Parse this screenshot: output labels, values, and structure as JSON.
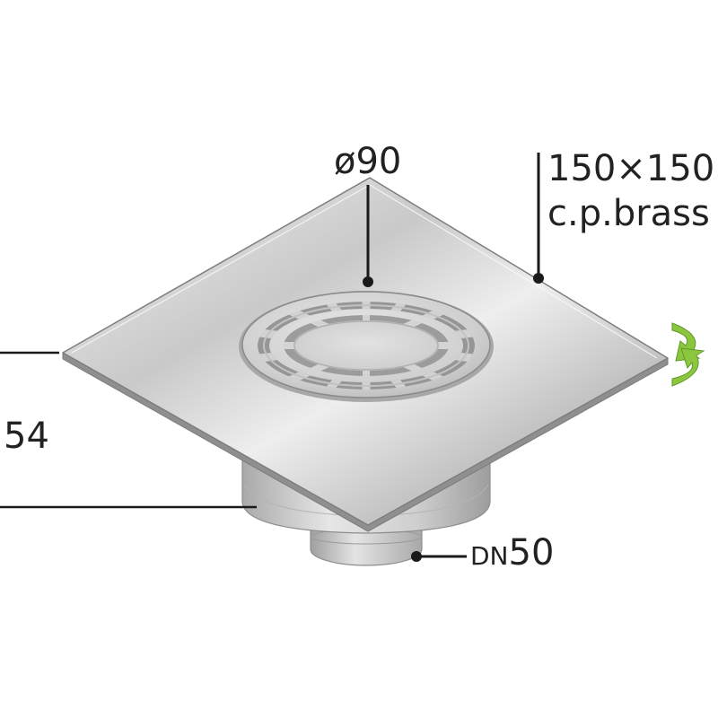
{
  "labels": {
    "grate_diameter": "ø90",
    "plate_size": "150×150",
    "plate_material": "c.p.brass",
    "total_height": "54",
    "outlet_prefix": "DN",
    "outlet_size": "50"
  },
  "colors": {
    "leader_line": "#1a1a1a",
    "rotate_arrows": "#8cc63f",
    "metal_light": "#eeeeee",
    "metal_dark": "#9a9a9a",
    "body_grey": "#c8c8c8"
  },
  "icons": {
    "rotation": "rotate-arrows-icon"
  }
}
